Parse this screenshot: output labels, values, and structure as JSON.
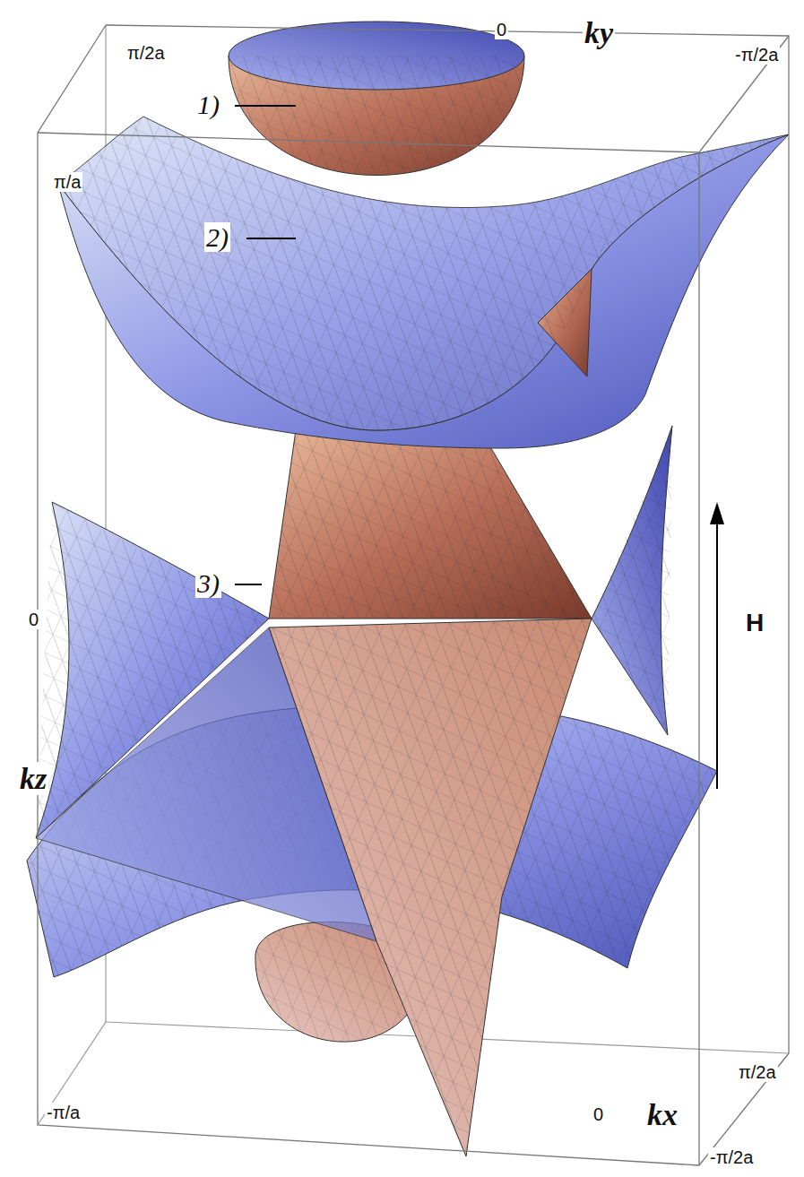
{
  "diagram": {
    "labels": [
      "π/2a",
      "0",
      "ky",
      "-π/2a",
      "1)",
      "π/a",
      "2)",
      "3)",
      "0",
      "H",
      "kz",
      "-π/a",
      "π/2a",
      "0",
      "kx",
      "-π/2a"
    ]
  }
}
